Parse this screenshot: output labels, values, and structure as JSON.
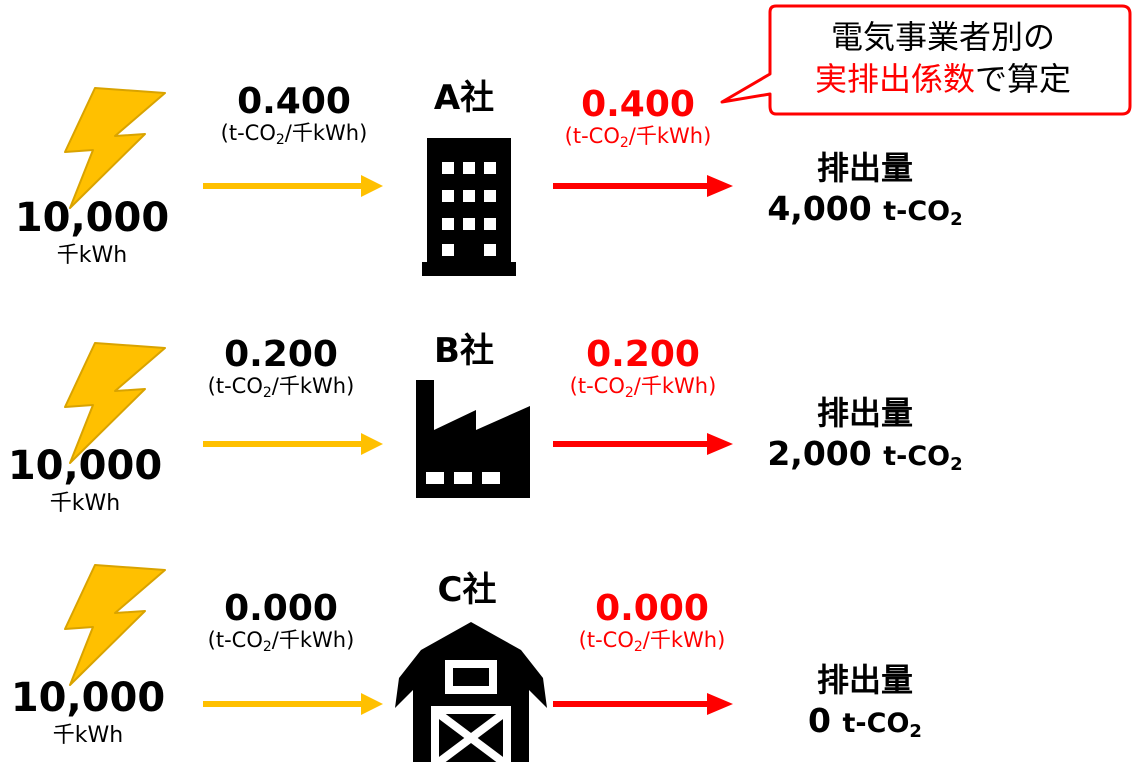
{
  "usage_unit": "千kWh",
  "coef_unit_prefix": "(t-CO",
  "coef_unit_sub": "2",
  "coef_unit_suffix": "/千kWh)",
  "emission_label": "排出量",
  "emission_unit_prefix": "t-CO",
  "emission_unit_sub": "2",
  "rows": [
    {
      "usage": "10,000",
      "input_coef": "0.400",
      "company": "A社",
      "company_icon": "office-building-icon",
      "output_coef": "0.400",
      "emission": "4,000"
    },
    {
      "usage": "10,000",
      "input_coef": "0.200",
      "company": "B社",
      "company_icon": "factory-icon",
      "output_coef": "0.200",
      "emission": "2,000"
    },
    {
      "usage": "10,000",
      "input_coef": "0.000",
      "company": "C社",
      "company_icon": "barn-icon",
      "output_coef": "0.000",
      "emission": "0"
    }
  ],
  "callout": {
    "line1": "電気事業者別の",
    "line2_highlight": "実排出係数",
    "line2_rest": "で算定"
  },
  "colors": {
    "lightning_fill": "#FFC000",
    "lightning_stroke": "#D9A300",
    "input_arrow": "#FFC000",
    "output_arrow": "#FF0000",
    "highlight_text": "#FF0000",
    "icon_fill": "#000000",
    "callout_border": "#FF0000"
  }
}
